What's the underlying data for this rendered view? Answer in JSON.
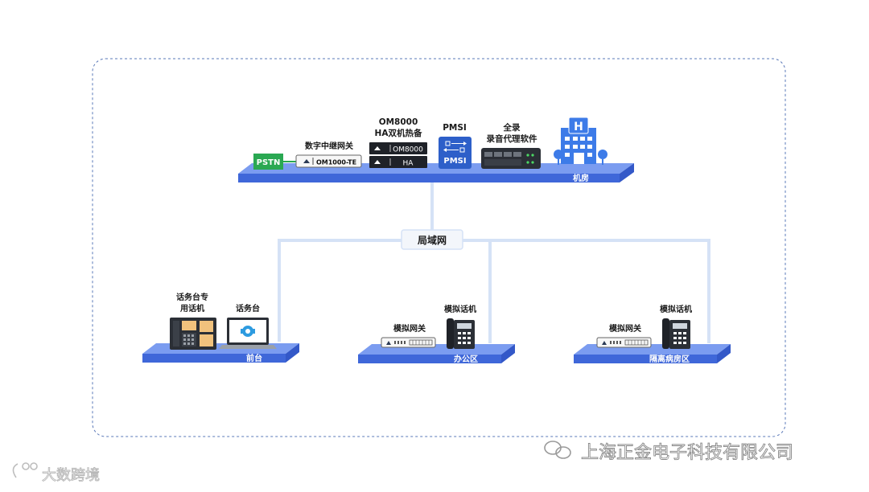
{
  "diagram": {
    "lan_label": "局域网",
    "machine_room": {
      "platform_label": "机房",
      "pstn_label": "PSTN",
      "gateway_caption": "数字中继网关",
      "gateway_device_label": "OM1000-TE",
      "om8000_caption_line1": "OM8000",
      "om8000_caption_line2": "HA双机热备",
      "om8000_device_label": "OM8000",
      "ha_device_label": "HA",
      "pmsi_caption": "PMSI",
      "pmsi_icon_label": "PMSI",
      "recorder_caption_line1": "全录",
      "recorder_caption_line2": "录音代理软件",
      "hospital_icon_letter": "H"
    },
    "front_desk": {
      "platform_label": "前台",
      "phone_caption_line1": "话务台专",
      "phone_caption_line2": "用话机",
      "console_caption": "话务台"
    },
    "office": {
      "platform_label": "办公区",
      "gateway_caption": "模拟网关",
      "phone_caption": "模拟话机"
    },
    "isolation_ward": {
      "platform_label": "隔离病房区",
      "gateway_caption": "模拟网关",
      "phone_caption": "模拟话机"
    }
  },
  "watermarks": {
    "bottom_right": "上海正金电子科技有限公司",
    "bottom_left": "大数跨境"
  },
  "colors": {
    "platform_top": "#7b9cf0",
    "platform_front": "#3f67d9",
    "line": "#d5e2f6",
    "pstn": "#2aa852",
    "device_dark": "#1f2228",
    "border_dash": "#5a78b8"
  }
}
